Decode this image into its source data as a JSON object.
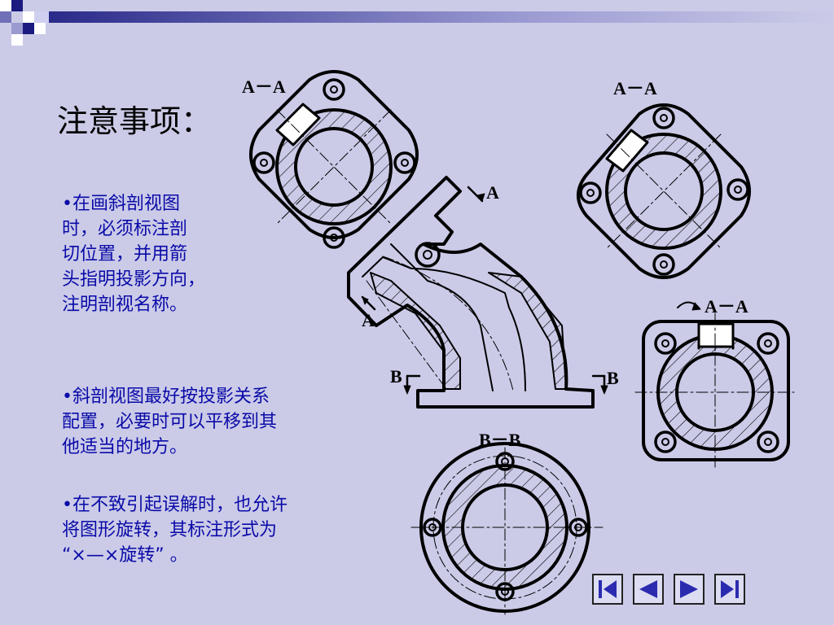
{
  "title": "注意事项：",
  "bullets": [
    {
      "mark": "•",
      "lines": [
        "在画斜剖视图",
        "时，必须标注剖",
        "切位置，并用箭",
        "头指明投影方向，",
        "注明剖视名称。"
      ]
    },
    {
      "mark": "•",
      "lines": [
        "斜剖视图最好按投影关系",
        "配置，必要时可以平移到其",
        "他适当的地方。"
      ]
    },
    {
      "mark": "•",
      "lines": [
        "在不致引起误解时，也允许",
        "将图形旋转，其标注形式为",
        "“×—×旋转” 。"
      ]
    }
  ],
  "labels": {
    "aa_1": "A－A",
    "aa_2": "A－A",
    "aa_3": "A－A",
    "a_top": "A",
    "a_bottom": "A",
    "b_left": "B",
    "b_right": "B",
    "bb": "B－B"
  },
  "nav": {
    "first": "first-slide-icon",
    "prev": "previous-slide-icon",
    "next": "next-slide-icon",
    "last": "last-slide-icon"
  },
  "colors": {
    "background": "#cbcbe8",
    "bullet_text": "#0a0aa8",
    "nav_arrow": "#2b2bb0"
  }
}
